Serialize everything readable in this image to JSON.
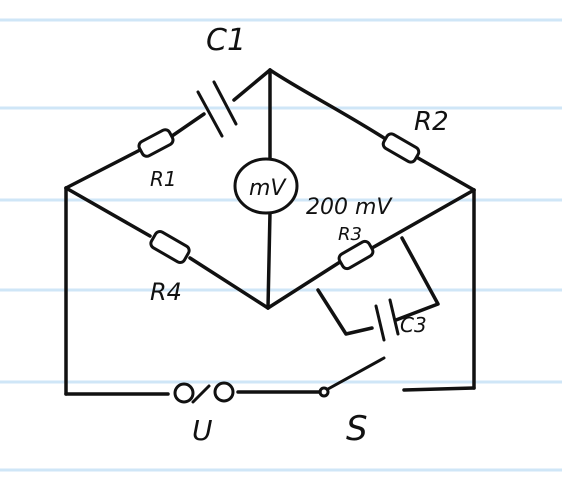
{
  "colors": {
    "paper": "#ffffff",
    "rule": "#cfe6f7",
    "ink": "#111111"
  },
  "labels": {
    "c1": "C1",
    "r1": "R1",
    "r2": "R2",
    "r3": "R3",
    "r4": "R4",
    "c3": "C3",
    "meter": "mV",
    "meter_range": "200 mV",
    "source": "U",
    "switch": "S"
  }
}
